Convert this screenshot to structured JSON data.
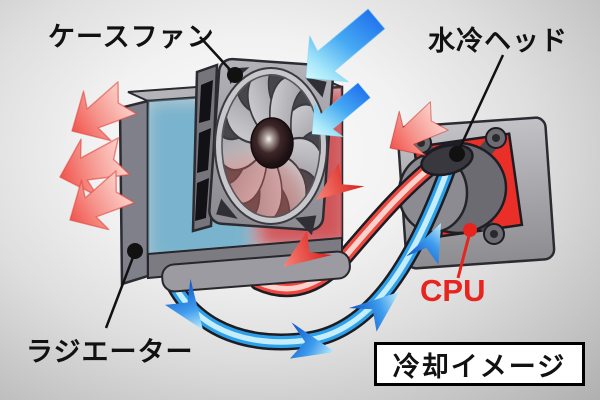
{
  "diagram": {
    "labels": {
      "case_fan": "ケースファン",
      "water_block": "水冷ヘッド",
      "radiator": "ラジエーター",
      "cpu": "CPU",
      "caption": "冷却イメージ"
    },
    "colors": {
      "hot": "#e8241f",
      "cold": "#2196f3",
      "label_text": "#111111",
      "caption_bg": "#ffffff",
      "caption_border": "#000000"
    }
  }
}
